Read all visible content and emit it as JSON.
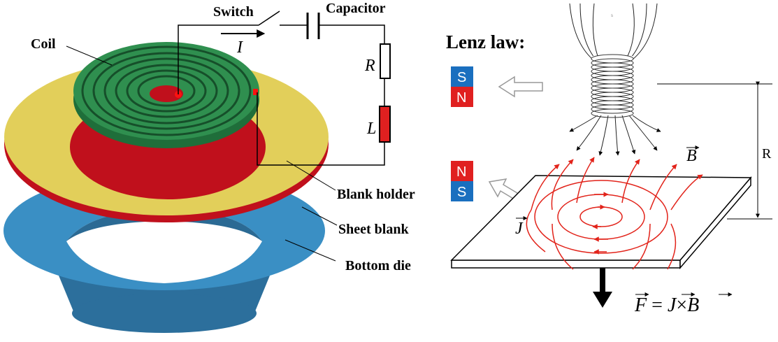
{
  "labels": {
    "switch": "Switch",
    "capacitor": "Capacitor",
    "coil": "Coil",
    "current": "I",
    "resistor": "R",
    "inductor": "L",
    "blank_holder": "Blank holder",
    "sheet_blank": "Sheet blank",
    "bottom_die": "Bottom die"
  },
  "right": {
    "title": "Lenz law:",
    "magnet_top": {
      "top": "S",
      "bottom": "N"
    },
    "magnet_bottom": {
      "top": "N",
      "bottom": "S"
    },
    "coil_mark": "s",
    "distance": "R",
    "field_label": "B",
    "current_label": "J",
    "force_eq": {
      "F": "F",
      "eq": " = ",
      "J": "J",
      "times": "×",
      "B": "B"
    }
  },
  "colors": {
    "coil": "#2f8f4f",
    "blank_holder": "#e2cf5a",
    "sheet_blank": "#c0101c",
    "bottom_die": "#3a8fc4",
    "field_lines": "#e2231a",
    "magnet_blue": "#1a6fbf",
    "magnet_red": "#e02020"
  }
}
